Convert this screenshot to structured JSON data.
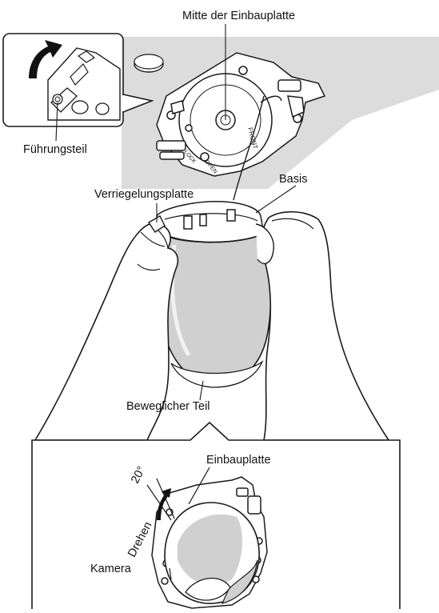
{
  "labels": {
    "mounting_plate_center": "Mitte der Einbauplatte",
    "guide_part": "Führungsteil",
    "base": "Basis",
    "lock_plate": "Verriegelungsplatte",
    "movable_part": "Beweglicher Teil",
    "mounting_plate": "Einbauplatte",
    "angle": "20°",
    "rotate": "Drehen",
    "camera": "Kamera"
  },
  "plate_marks": {
    "front": "FRONT",
    "open": "OPEN",
    "lock": "LOCK"
  },
  "colors": {
    "line": "#1a1a1a",
    "ceiling_gray": "#dcdcdc",
    "dome_gray": "#d0d0d0",
    "background": "#ffffff"
  }
}
